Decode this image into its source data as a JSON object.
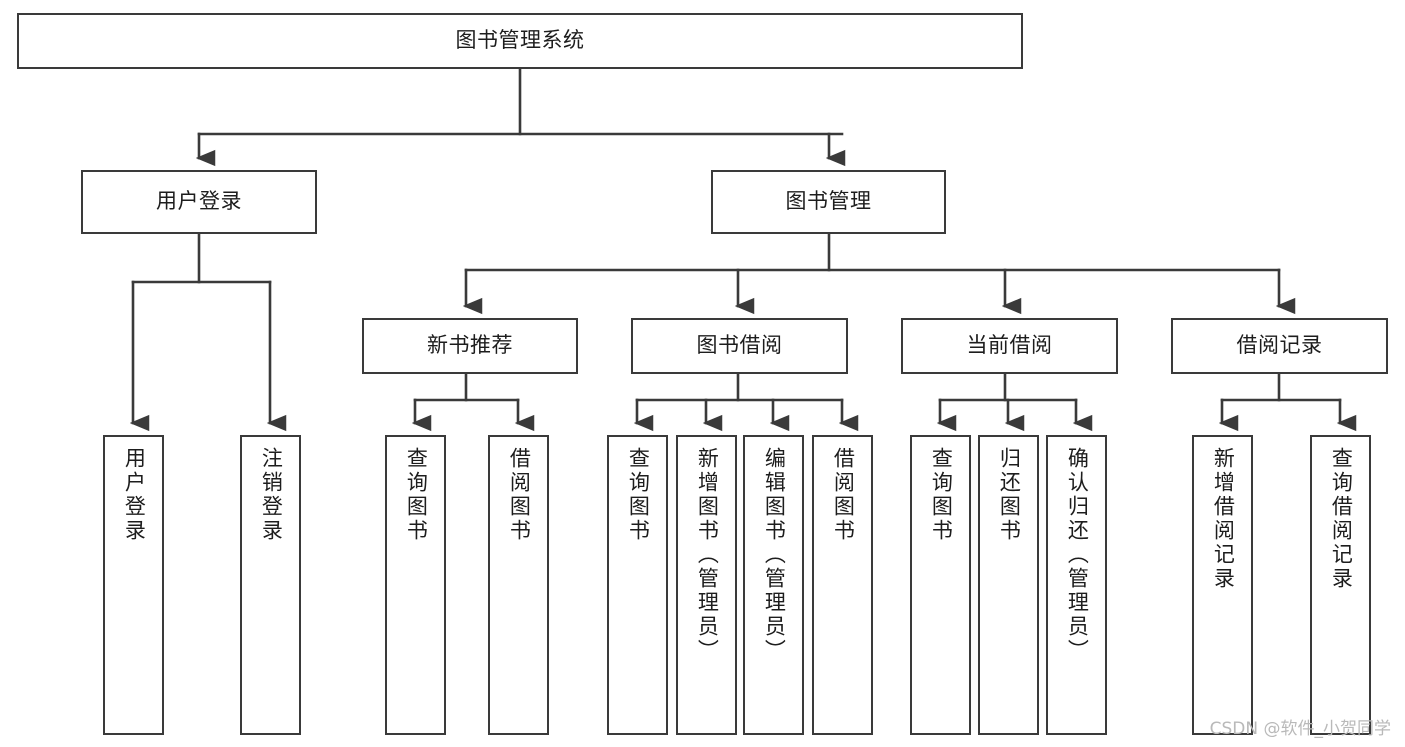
{
  "diagram": {
    "type": "tree",
    "title": "图书管理系统",
    "root": {
      "id": "root",
      "label": "图书管理系统"
    },
    "level2": [
      {
        "id": "user-login",
        "label": "用户登录"
      },
      {
        "id": "book-manage",
        "label": "图书管理"
      }
    ],
    "level3": [
      {
        "id": "new-book-rec",
        "label": "新书推荐",
        "parent": "book-manage"
      },
      {
        "id": "book-borrow",
        "label": "图书借阅",
        "parent": "book-manage"
      },
      {
        "id": "current-borrow",
        "label": "当前借阅",
        "parent": "book-manage"
      },
      {
        "id": "borrow-record",
        "label": "借阅记录",
        "parent": "book-manage"
      }
    ],
    "leaves": [
      {
        "id": "leaf-user-login",
        "label": "用户登录",
        "parent": "user-login"
      },
      {
        "id": "leaf-logout-login",
        "label": "注销登录",
        "parent": "user-login"
      },
      {
        "id": "leaf-query-book-1",
        "label": "查询图书",
        "parent": "new-book-rec"
      },
      {
        "id": "leaf-borrow-book-1",
        "label": "借阅图书",
        "parent": "new-book-rec"
      },
      {
        "id": "leaf-query-book-2",
        "label": "查询图书",
        "parent": "book-borrow"
      },
      {
        "id": "leaf-add-book",
        "label": "新增图书（管理员）",
        "parent": "book-borrow"
      },
      {
        "id": "leaf-edit-book",
        "label": "编辑图书（管理员）",
        "parent": "book-borrow"
      },
      {
        "id": "leaf-borrow-book-2",
        "label": "借阅图书",
        "parent": "book-borrow"
      },
      {
        "id": "leaf-query-book-3",
        "label": "查询图书",
        "parent": "current-borrow"
      },
      {
        "id": "leaf-return-book",
        "label": "归还图书",
        "parent": "current-borrow"
      },
      {
        "id": "leaf-confirm-return",
        "label": "确认归还（管理员）",
        "parent": "current-borrow"
      },
      {
        "id": "leaf-add-record",
        "label": "新增借阅记录",
        "parent": "borrow-record"
      },
      {
        "id": "leaf-query-record",
        "label": "查询借阅记录",
        "parent": "borrow-record"
      }
    ],
    "colors": {
      "border": "#3a3a3a",
      "text": "#1d1d1d",
      "background": "#ffffff",
      "edge": "#3a3a3a",
      "watermark": "#b9b9b9"
    }
  },
  "watermark": {
    "text": "CSDN @软件_小贺同学"
  }
}
